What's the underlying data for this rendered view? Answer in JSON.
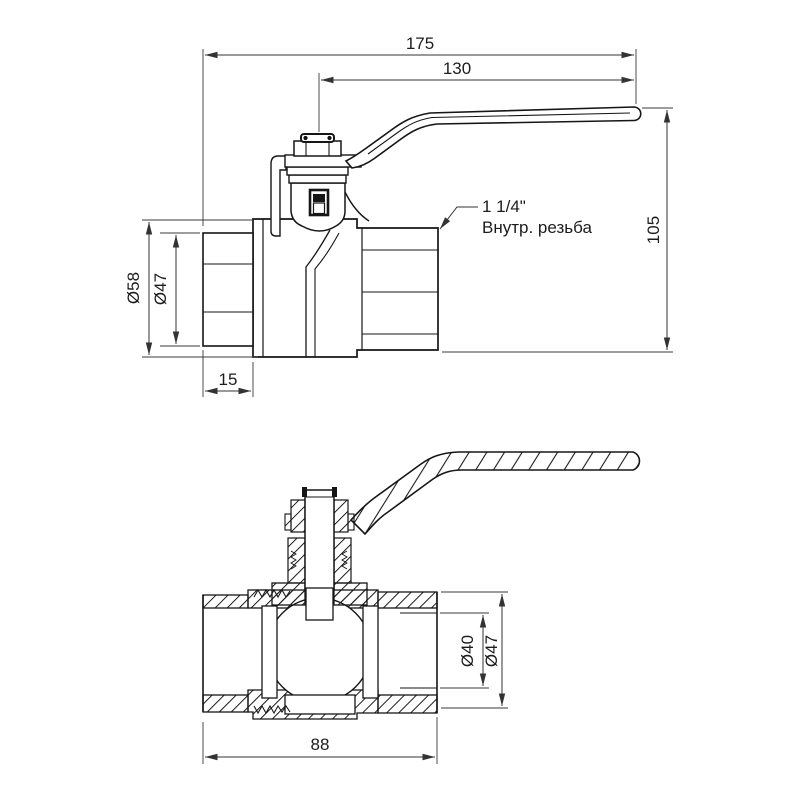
{
  "colors": {
    "background": "#ffffff",
    "line": "#161616",
    "dimension": "#333333"
  },
  "top_view": {
    "dims": {
      "total_length": "175",
      "handle_length": "130",
      "total_height": "105",
      "body_diameter": "Ø58",
      "union_diameter": "Ø47",
      "union_length": "15"
    },
    "thread_note": {
      "size": "1 1/4\"",
      "type": "Внутр. резьба"
    }
  },
  "bottom_view": {
    "dims": {
      "body_length": "88",
      "bore_diameter": "Ø40",
      "thread_diameter": "Ø47"
    }
  }
}
